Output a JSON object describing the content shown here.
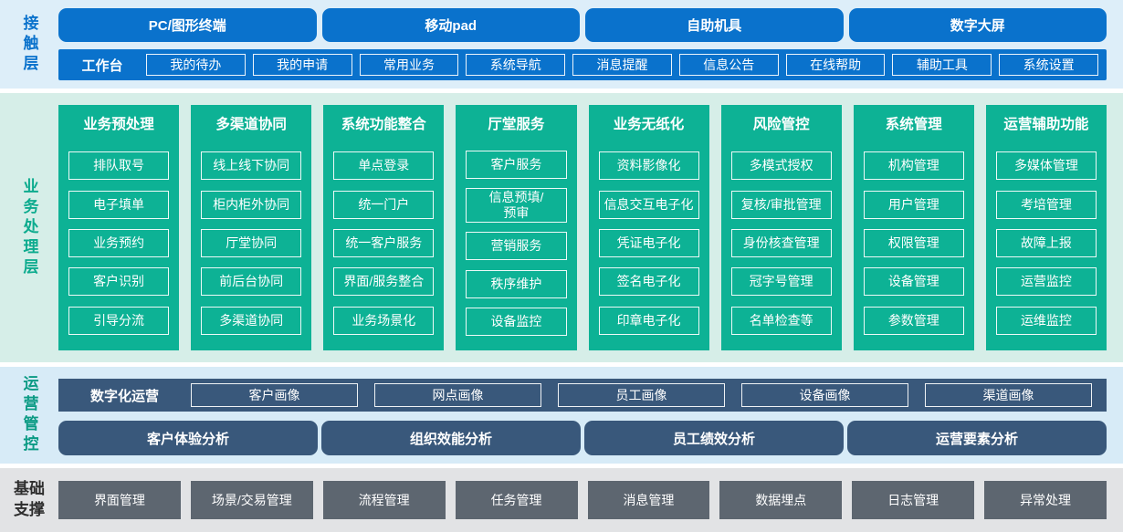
{
  "colors": {
    "blue": "#0a72cc",
    "green": "#0db295",
    "slate": "#39587b",
    "gray": "#5d6670",
    "band_contact_bg": "#ddeef9",
    "band_business_bg": "#d6eee8",
    "band_operations_bg": "#d7ebf7",
    "band_foundation_bg": "#e2e3e5",
    "label_business": "#0cab8e",
    "label_operations": "#0b9a84",
    "label_foundation": "#2d2d2d"
  },
  "contact": {
    "label": "接触层",
    "terminals": [
      "PC/图形终端",
      "移动pad",
      "自助机具",
      "数字大屏"
    ],
    "workbench": {
      "label": "工作台",
      "items": [
        "我的待办",
        "我的申请",
        "常用业务",
        "系统导航",
        "消息提醒",
        "信息公告",
        "在线帮助",
        "辅助工具",
        "系统设置"
      ]
    }
  },
  "business": {
    "label": "业务处理层",
    "columns": [
      {
        "title": "业务预处理",
        "items": [
          "排队取号",
          "电子填单",
          "业务预约",
          "客户识别",
          "引导分流"
        ]
      },
      {
        "title": "多渠道协同",
        "items": [
          "线上线下协同",
          "柜内柜外协同",
          "厅堂协同",
          "前后台协同",
          "多渠道协同"
        ]
      },
      {
        "title": "系统功能整合",
        "items": [
          "单点登录",
          "统一门户",
          "统一客户服务",
          "界面/服务整合",
          "业务场景化"
        ]
      },
      {
        "title": "厅堂服务",
        "items": [
          "客户服务",
          "信息预填/\n预审",
          "营销服务",
          "秩序维护",
          "设备监控"
        ]
      },
      {
        "title": "业务无纸化",
        "items": [
          "资料影像化",
          "信息交互电子化",
          "凭证电子化",
          "签名电子化",
          "印章电子化"
        ]
      },
      {
        "title": "风险管控",
        "items": [
          "多模式授权",
          "复核/审批管理",
          "身份核查管理",
          "冠字号管理",
          "名单检查等"
        ]
      },
      {
        "title": "系统管理",
        "items": [
          "机构管理",
          "用户管理",
          "权限管理",
          "设备管理",
          "参数管理"
        ]
      },
      {
        "title": "运营辅助功能",
        "items": [
          "多媒体管理",
          "考培管理",
          "故障上报",
          "运营监控",
          "运维监控"
        ]
      }
    ]
  },
  "operations": {
    "label": "运营管控",
    "digital": {
      "label": "数字化运营",
      "items": [
        "客户画像",
        "网点画像",
        "员工画像",
        "设备画像",
        "渠道画像"
      ]
    },
    "analysis": [
      "客户体验分析",
      "组织效能分析",
      "员工绩效分析",
      "运营要素分析"
    ]
  },
  "foundation": {
    "label": "基础支撑",
    "items": [
      "界面管理",
      "场景/交易管理",
      "流程管理",
      "任务管理",
      "消息管理",
      "数据埋点",
      "日志管理",
      "异常处理"
    ]
  }
}
